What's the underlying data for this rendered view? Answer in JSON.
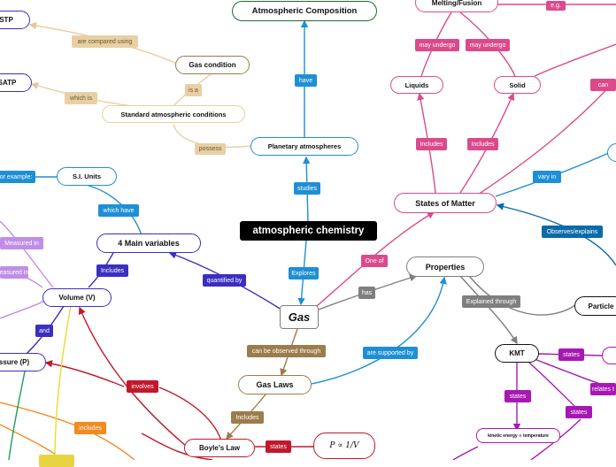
{
  "root": {
    "label": "atmospheric chemistry"
  },
  "nodes": {
    "atmospheric_composition": "Atmospheric Composition",
    "melting_fusion": "Melting/Fusion",
    "stp": "STP",
    "gas_condition": "Gas condition",
    "satp": "SATP",
    "standard_conditions": "Standard atmospheric conditions",
    "planetary_atmospheres": "Planetary atmospheres",
    "liquids": "Liquids",
    "solid": "Solid",
    "si_units": "S.I. Units",
    "four_main_variables": "4 Main variables",
    "states_of_matter": "States of Matter",
    "properties": "Properties",
    "volume": "Volume (V)",
    "gas": "Gas",
    "particle": "Particle",
    "pressure": "ssure (P)",
    "kmt": "KMT",
    "gas_laws": "Gas Laws",
    "kinetic_energy_temp": "kinetic energy ∝ temperature",
    "boyles_law": "Boyle's Law",
    "boyles_formula": "P ∝ 1/V"
  },
  "labels": {
    "eg": "e.g.",
    "are_compared_using": "are compared using",
    "have": "have",
    "may_undergo_1": "may undergo",
    "may_undergo_2": "may undergo",
    "is_a": "is a",
    "which_is": "which is",
    "can": "can",
    "possess": "possess",
    "includes_liquids": "Includes",
    "includes_solid": "Includes",
    "for_example": "or example:",
    "studies": "studies",
    "vary_in": "vary in",
    "which_have": "which have",
    "observes_explains": "Observes/explains",
    "measured_in_1": "Measured in",
    "one_of": "One of",
    "includes_vars": "Includes",
    "quantified_by": "quantified by",
    "explores": "Explores",
    "measured_in_2": "easured in",
    "has": "has",
    "explained_through": "Explained through",
    "and": "and",
    "can_be_observed_through": "can be observed through",
    "are_supported_by": "are supported by",
    "states_kmt": "states",
    "involves": "involves",
    "states_ke": "states",
    "relates": "relates t",
    "includes_orange": "includes",
    "states_kmt2": "states",
    "includes_gaslaws": "Includes",
    "states_boyle": "states"
  },
  "colors": {
    "blue": "#1e8fd5",
    "green": "#1e6b33",
    "tan": "#e8d0a4",
    "pink": "#dc4a8c",
    "navy": "#3b2fc0",
    "grey": "#7f7f7f",
    "brown": "#9b7c4c",
    "crimson": "#c0182c",
    "magenta": "#a718b4",
    "orange": "#f28a1e",
    "lavender": "#c08ee8",
    "darkblue": "#0b6aa8"
  }
}
